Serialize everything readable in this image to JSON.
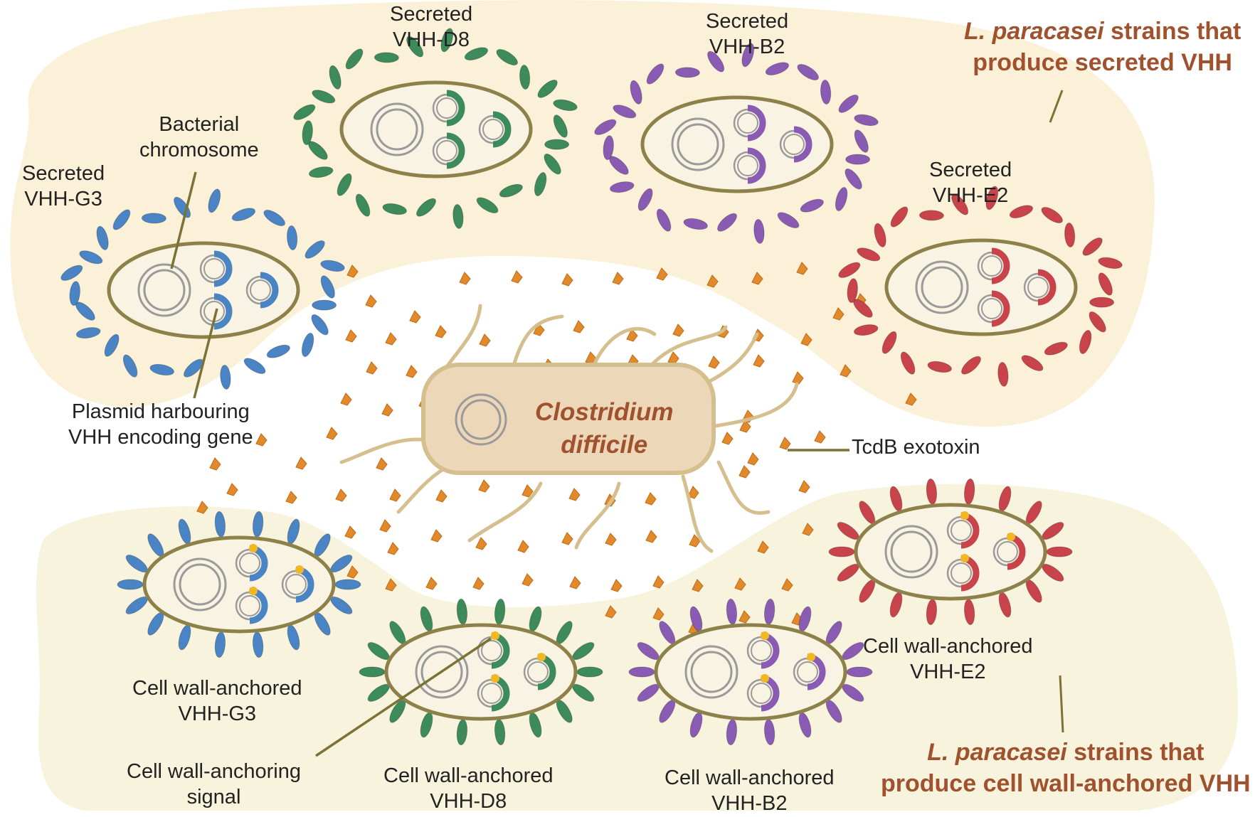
{
  "colors": {
    "background": "#ffffff",
    "secreted_region": "#fbf1d8",
    "anchored_region": "#f7f3dc",
    "cell_fill": "#f8f3e2",
    "cell_outline": "#8d8049",
    "leader_line": "#7d7236",
    "toxin": "#e08a2c",
    "anchor_signal": "#f2b824",
    "plasmid_ring": "#9a9a9a",
    "title_text": "#a0512d",
    "label_text": "#222222",
    "clostridium_fill": "#ecd7b9",
    "clostridium_outline": "#d6bf8e",
    "vhh_g3": "#4a84c4",
    "vhh_d8": "#3d8a5a",
    "vhh_b2": "#8a5bb3",
    "vhh_e2": "#c8434a"
  },
  "titles": {
    "secreted_line1_italic": "L. paracasei",
    "secreted_line1_rest": " strains that",
    "secreted_line2": "produce secreted VHH",
    "anchored_line1_italic": "L. paracasei",
    "anchored_line1_rest": " strains that",
    "anchored_line2": "produce cell wall-anchored VHH"
  },
  "clostridium": {
    "line1": "Clostridium",
    "line2": "difficile"
  },
  "labels": {
    "bacterial_chromosome": [
      "Bacterial",
      "chromosome"
    ],
    "plasmid": [
      "Plasmid harbouring",
      "VHH encoding gene"
    ],
    "tcdb": "TcdB exotoxin",
    "anchoring_signal": [
      "Cell wall-anchoring",
      "signal"
    ]
  },
  "secreted_strains": [
    {
      "name": "secreted-vhh-g3",
      "label": [
        "Secreted",
        "VHH-G3"
      ],
      "color_key": "vhh_g3"
    },
    {
      "name": "secreted-vhh-d8",
      "label": [
        "Secreted",
        "VHH-D8"
      ],
      "color_key": "vhh_d8"
    },
    {
      "name": "secreted-vhh-b2",
      "label": [
        "Secreted",
        "VHH-B2"
      ],
      "color_key": "vhh_b2"
    },
    {
      "name": "secreted-vhh-e2",
      "label": [
        "Secreted",
        "VHH-E2"
      ],
      "color_key": "vhh_e2"
    }
  ],
  "anchored_strains": [
    {
      "name": "anchored-vhh-g3",
      "label": [
        "Cell wall-anchored",
        "VHH-G3"
      ],
      "color_key": "vhh_g3"
    },
    {
      "name": "anchored-vhh-d8",
      "label": [
        "Cell wall-anchored",
        "VHH-D8"
      ],
      "color_key": "vhh_d8"
    },
    {
      "name": "anchored-vhh-b2",
      "label": [
        "Cell wall-anchored",
        "VHH-B2"
      ],
      "color_key": "vhh_b2"
    },
    {
      "name": "anchored-vhh-e2",
      "label": [
        "Cell wall-anchored",
        "VHH-E2"
      ],
      "color_key": "vhh_e2"
    }
  ]
}
